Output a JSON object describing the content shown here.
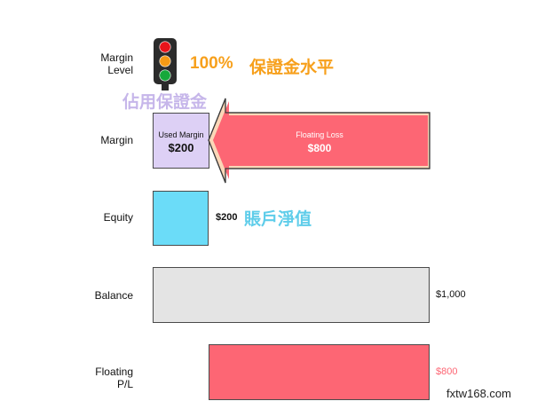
{
  "margin_level": {
    "label": "Margin\nLevel",
    "percent": "100%",
    "title_cn": "保證金水平",
    "light_colors": [
      "#e8141b",
      "#f59a16",
      "#16a83b"
    ]
  },
  "used_margin_cn": "佔用保證金",
  "margin_row": {
    "label": "Margin",
    "used_margin_title": "Used Margin",
    "used_margin_value": "$200",
    "floating_loss_title": "Floating Loss",
    "floating_loss_value": "$800"
  },
  "equity_row": {
    "label": "Equity",
    "value": "$200",
    "title_cn": "賬戶淨值"
  },
  "balance_row": {
    "label": "Balance",
    "value": "$1,000"
  },
  "floating_row": {
    "label": "Floating\nP/L",
    "value": "$800"
  },
  "watermark": "fxtw168.com",
  "colors": {
    "used_margin_fill": "#ddd0f5",
    "loss_fill": "#fd6674",
    "equity_fill": "#6bdcf8",
    "balance_fill": "#e4e4e4",
    "percent_orange": "#f7a01c",
    "cn_purple": "#c6b6ea",
    "cn_cyan": "#5fcdea",
    "loss_value_text": "#fd6674"
  }
}
